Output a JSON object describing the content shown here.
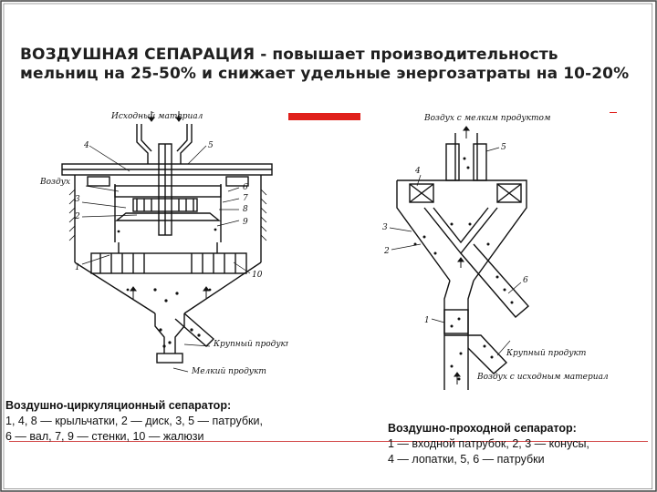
{
  "slide": {
    "title": "ВОЗДУШНАЯ СЕПАРАЦИЯ - повышает производительность мельниц на 25-50% и снижает удельные энергозатраты на 10-20%",
    "accent_color": "#e0201b",
    "frame_color": "#444444"
  },
  "left_diagram": {
    "labels": {
      "input_material": "Исходный материал",
      "air": "Воздух",
      "coarse_product": "Крупный продукт",
      "fine_product": "Мелкий продукт"
    },
    "numbers": [
      "4",
      "5",
      "3",
      "2",
      "1",
      "6",
      "7",
      "8",
      "9",
      "10"
    ],
    "caption_title": "Воздушно-циркуляционный сепаратор:",
    "caption_line1": "1, 4, 8 — крыльчатки, 2 — диск, 3, 5 — патрубки,",
    "caption_line2": "6 — вал, 7, 9 — стенки, 10 — жалюзи"
  },
  "right_diagram": {
    "labels": {
      "air_fine": "Воздух с мелким продуктом",
      "coarse_product": "Крупный продукт",
      "air_input": "Воздух с исходным материалом"
    },
    "numbers": [
      "4",
      "5",
      "3",
      "2",
      "1",
      "6"
    ],
    "caption_title": "Воздушно-проходной сепаратор:",
    "caption_line1": "1 — входной патрубок, 2, 3 — конусы,",
    "caption_line2": "4 — лопатки, 5, 6 — патрубки"
  }
}
